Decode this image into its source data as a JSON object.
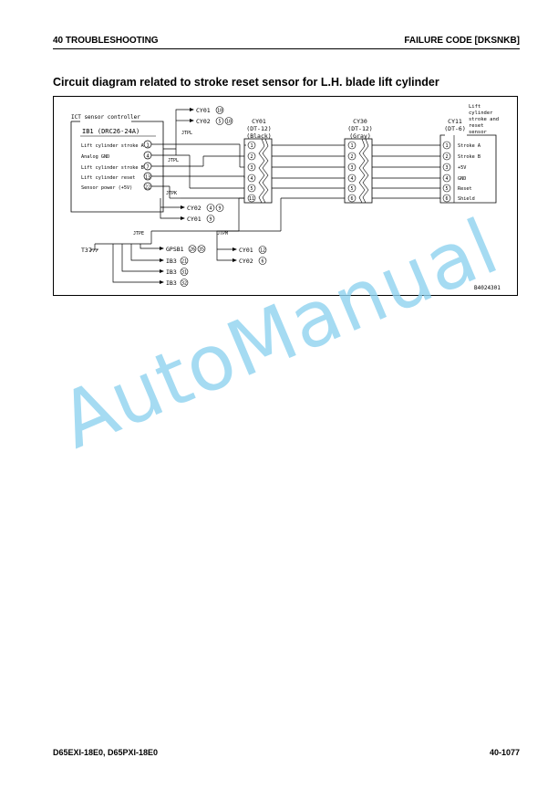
{
  "header": {
    "section": "40 TROUBLESHOOTING",
    "failure_code": "FAILURE CODE [DKSNKB]"
  },
  "title": "Circuit diagram related to stroke reset sensor for L.H. blade lift cylinder",
  "diagram": {
    "controller": {
      "label": "ICT sensor controller",
      "connector": "IB1 (DRC26-24A)",
      "pins": [
        {
          "name": "Lift cylinder stroke A",
          "pin": "1"
        },
        {
          "name": "Analog GND",
          "pin": "4"
        },
        {
          "name": "Lift cylinder stroke B",
          "pin": "7"
        },
        {
          "name": "Lift cylinder reset",
          "pin": "13"
        },
        {
          "name": "Sensor power (+5V)",
          "pin": "22"
        }
      ]
    },
    "cy01": {
      "name": "CY01",
      "type": "(DT-12)",
      "color": "(Black)",
      "pins": [
        "1",
        "2",
        "3",
        "4",
        "5",
        "11"
      ]
    },
    "cy30": {
      "name": "CY30",
      "type": "(DT-12)",
      "color": "(Gray)",
      "pins": [
        "1",
        "2",
        "3",
        "4",
        "5",
        "6"
      ]
    },
    "sensor": {
      "label_lines": [
        "Lift",
        "cylinder",
        "stroke and",
        "reset",
        "sensor"
      ],
      "connector": "CY11",
      "type": "(DT-6)",
      "pins": [
        {
          "pin": "1",
          "name": "Stroke A"
        },
        {
          "pin": "2",
          "name": "Stroke B"
        },
        {
          "pin": "3",
          "name": "+5V"
        },
        {
          "pin": "4",
          "name": "GND"
        },
        {
          "pin": "5",
          "name": "Reset"
        },
        {
          "pin": "6",
          "name": "Shield"
        }
      ]
    },
    "jtpl": {
      "name": "JTPL",
      "refs": [
        {
          "conn": "CY01",
          "pins": [
            "10"
          ]
        },
        {
          "conn": "CY02",
          "pins": [
            "5",
            "10"
          ]
        }
      ]
    },
    "jtpk": {
      "name": "JTPK",
      "refs": [
        {
          "conn": "CY02",
          "pins": [
            "4",
            "9"
          ]
        },
        {
          "conn": "CY01",
          "pins": [
            "9"
          ]
        }
      ]
    },
    "jtpe": {
      "name": "JTPE",
      "ground": "T37",
      "refs": [
        {
          "conn": "GPSB1",
          "pins": [
            "26",
            "35"
          ]
        },
        {
          "conn": "IB3",
          "pins": [
            "21"
          ]
        },
        {
          "conn": "IB3",
          "pins": [
            "31"
          ]
        },
        {
          "conn": "IB3",
          "pins": [
            "32"
          ]
        }
      ]
    },
    "jtpm": {
      "name": "JTPM",
      "refs": [
        {
          "conn": "CY01",
          "pins": [
            "12"
          ]
        },
        {
          "conn": "CY02",
          "pins": [
            "6"
          ]
        }
      ]
    },
    "drawing_number": "B4024301"
  },
  "watermark": "AutoManual",
  "footer": {
    "model": "D65EXI-18E0, D65PXI-18E0",
    "page": "40-1077"
  }
}
